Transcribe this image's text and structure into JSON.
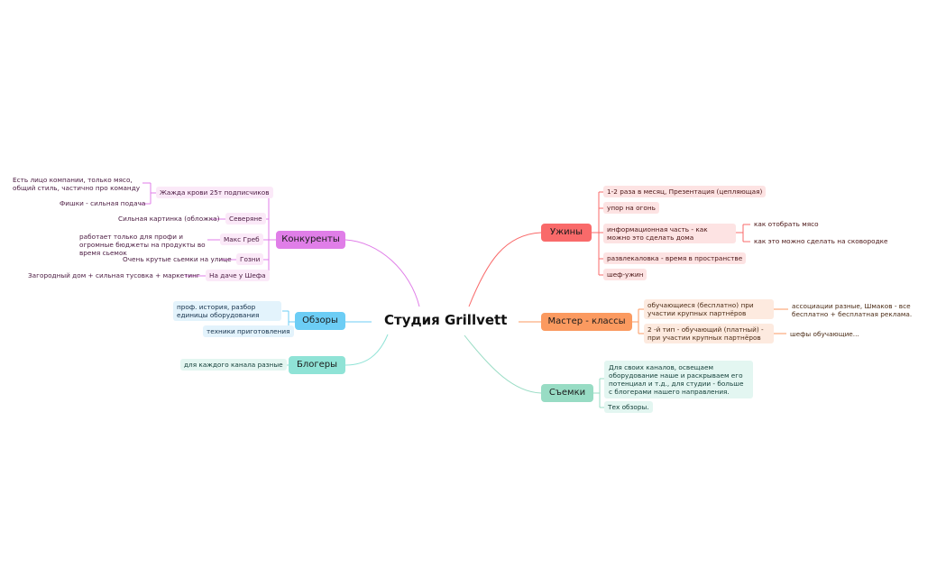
{
  "center": "Студия Grillvett",
  "colors": {
    "konkurenty": "#e07ee8",
    "obzory": "#6ccdf5",
    "blogery": "#8fe3d6",
    "uzhiny": "#f96a6a",
    "master": "#fb9a60",
    "semki": "#98dcc4"
  },
  "konkurenty": {
    "title": "Конкуренты",
    "zhazhda": "Жажда крови  25т подписчиков",
    "zhazhda_note1": "Есть лицо компании, только мясо, общий стиль, частично про команду",
    "zhazhda_note2": "Фишки - сильная подача",
    "severyane": "Северяне",
    "severyane_note": "Сильная картинка (обложка)",
    "maks": "Макс Греб",
    "maks_note": "работает только для профи и огромные бюджеты на продукты во время сьемок",
    "gozni": "Гозни",
    "gozni_note": "Очень крутые сьемки на улице",
    "dacha": "На даче у Шефа",
    "dacha_note": "Загородный дом + сильная тусовка + маркетинг"
  },
  "obzory": {
    "title": "Обзоры",
    "item1": "проф. история, разбор единицы оборудования",
    "item2": "техники приготовления"
  },
  "blogery": {
    "title": "Блогеры",
    "item1": "для каждого канала разные"
  },
  "uzhiny": {
    "title": "Ужины",
    "item1": "1-2 раза в месяц, Презентация (цепляющая)",
    "item2": "упор на огонь",
    "item3": "информационная часть - как можно это сделать дома",
    "item3_a": "как отобрать мясо",
    "item3_b": "как это можно сделать на сковородке",
    "item4": "развлекаловка - время в пространстве",
    "item5": "шеф-ужин"
  },
  "master": {
    "title": "Мастер - классы",
    "item1": "обучающиеся (бесплатно) при участии крупных партнёров",
    "item1_note": "ассоциации разные, Шмаков - все бесплатно + бесплатная реклама.",
    "item2": "2 -й тип - обучающий (платный) - при участии крупных партнёров",
    "item2_note": "шефы обучающие..."
  },
  "semki": {
    "title": "Съемки",
    "item1": "Для своих каналов, освещаем оборудование наше и раскрываем его потенциал и т.д., для студии - больше с блогерами нашего направления.",
    "item2": "Тех обзоры."
  }
}
